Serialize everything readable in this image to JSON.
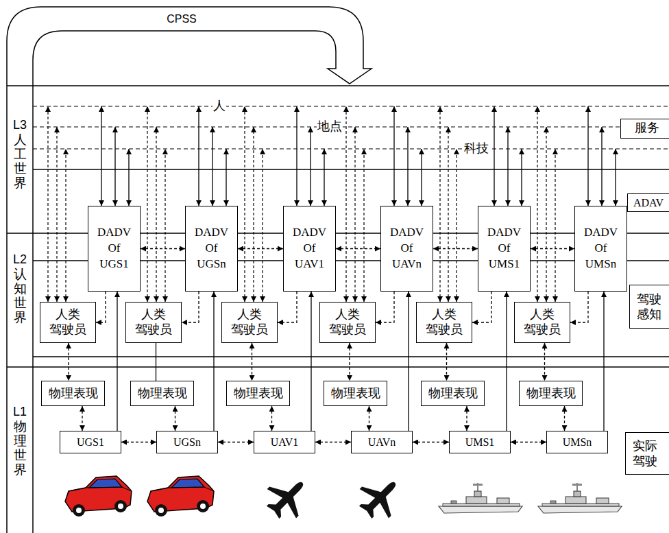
{
  "diagram": {
    "nodes": [
      {
        "text": [
          "服务"
        ]
      },
      {
        "text": [
          "ADAV"
        ]
      },
      {
        "text": [
          "DADV Of UGS1"
        ]
      },
      {
        "text": [
          "DADV Of UGSn"
        ]
      },
      {
        "text": [
          "DADV Of UAV1"
        ]
      },
      {
        "text": [
          "DADV Of UAVn"
        ]
      },
      {
        "text": [
          "DADV Of UMS1"
        ]
      },
      {
        "text": [
          "DADV Of UMSn"
        ]
      },
      {
        "text": [
          "驾驶 感知"
        ]
      },
      {
        "text": [
          "人类 驾驶员"
        ]
      },
      {
        "text": [
          "人类 驾驶员"
        ]
      },
      {
        "text": [
          "人类 驾驶员"
        ]
      },
      {
        "text": [
          "人类 驾驶员"
        ]
      },
      {
        "text": [
          "人类 驾驶员"
        ]
      },
      {
        "text": [
          "人类 驾驶员"
        ]
      },
      {
        "text": [
          "物理表现"
        ]
      },
      {
        "text": [
          "物理表现"
        ]
      },
      {
        "text": [
          "物理表现"
        ]
      },
      {
        "text": [
          "物理表现"
        ]
      },
      {
        "text": [
          "物理表现"
        ]
      },
      {
        "text": [
          "物理表现"
        ]
      },
      {
        "text": [
          "实际 驾驶"
        ]
      },
      {
        "text": [
          "UGS1"
        ]
      },
      {
        "text": [
          "UGSn"
        ]
      },
      {
        "text": [
          "UAV1"
        ]
      },
      {
        "text": [
          "UAVn"
        ]
      },
      {
        "text": [
          "UMS1"
        ]
      },
      {
        "text": [
          "UMSn"
        ]
      }
    ],
    "edges": [
      {
        "from": 2,
        "to": 3,
        "arrow": "both"
      },
      {
        "from": 3,
        "to": 4,
        "arrow": "both"
      },
      {
        "from": 4,
        "to": 5,
        "arrow": "both"
      },
      {
        "from": 5,
        "to": 6,
        "arrow": "both"
      },
      {
        "from": 6,
        "to": 7,
        "arrow": "both"
      },
      {
        "from": 2,
        "to": 9,
        "arrow": "to"
      },
      {
        "from": 3,
        "to": 10,
        "arrow": "to"
      },
      {
        "from": 4,
        "to": 11,
        "arrow": "to"
      },
      {
        "from": 5,
        "to": 12,
        "arrow": "to"
      },
      {
        "from": 6,
        "to": 13,
        "arrow": "to"
      },
      {
        "from": 7,
        "to": 14,
        "arrow": "to"
      },
      {
        "from": 9,
        "to": 15,
        "arrow": "both"
      },
      {
        "from": 10,
        "to": 16,
        "arrow": "none"
      },
      {
        "from": 11,
        "to": 17,
        "arrow": "both"
      },
      {
        "from": 12,
        "to": 18,
        "arrow": "both"
      },
      {
        "from": 13,
        "to": 19,
        "arrow": "both"
      },
      {
        "from": 14,
        "to": 20,
        "arrow": "both"
      },
      {
        "from": 15,
        "to": 22,
        "arrow": "both"
      },
      {
        "from": 16,
        "to": 23,
        "arrow": "both"
      },
      {
        "from": 17,
        "to": 24,
        "arrow": "both"
      },
      {
        "from": 18,
        "to": 25,
        "arrow": "both"
      },
      {
        "from": 19,
        "to": 26,
        "arrow": "both"
      },
      {
        "from": 20,
        "to": 27,
        "arrow": "both"
      },
      {
        "from": 22,
        "to": 2,
        "arrow": "to"
      },
      {
        "from": 23,
        "to": 3,
        "arrow": "to"
      },
      {
        "from": 24,
        "to": 4,
        "arrow": "to"
      },
      {
        "from": 25,
        "to": 5,
        "arrow": "to"
      },
      {
        "from": 26,
        "to": 6,
        "arrow": "to"
      },
      {
        "from": 27,
        "to": 7,
        "arrow": "to"
      },
      {
        "from": 22,
        "to": 23,
        "arrow": "both"
      },
      {
        "from": 23,
        "to": 24,
        "arrow": "both"
      },
      {
        "from": 24,
        "to": 25,
        "arrow": "both"
      },
      {
        "from": 25,
        "to": 26,
        "arrow": "both"
      },
      {
        "from": 26,
        "to": 27,
        "arrow": "both"
      }
    ],
    "labels": [
      "CPSS",
      "人",
      "地点",
      "科技",
      "L3",
      "人工世界",
      "L2",
      "认知世界",
      "L1",
      "物理世界"
    ]
  }
}
